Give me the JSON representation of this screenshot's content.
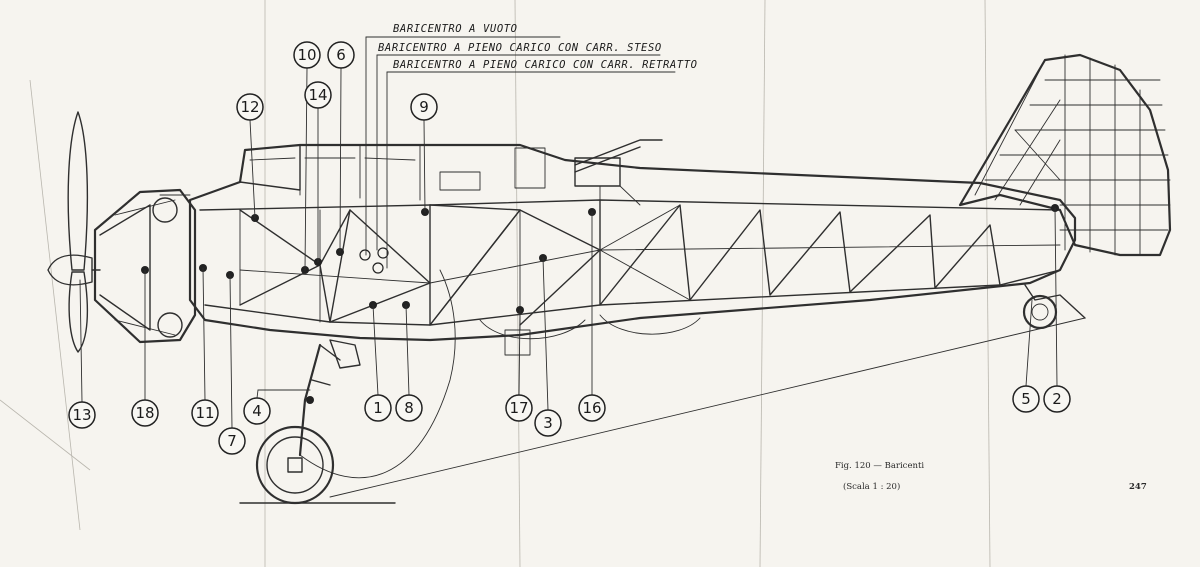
{
  "labels": {
    "cg_empty": "BARICENTRO A VUOTO",
    "cg_full_gear_down": "BARICENTRO A PIENO CARICO CON CARR. STESO",
    "cg_full_gear_up": "BARICENTRO A PIENO CARICO CON CARR. RETRATTO"
  },
  "caption": {
    "figure": "Fig. 120 — Baricenti",
    "scale": "(Scala 1 : 20)",
    "page_number": "247"
  },
  "callouts": [
    "1",
    "2",
    "3",
    "4",
    "5",
    "6",
    "7",
    "8",
    "9",
    "10",
    "11",
    "12",
    "13",
    "14",
    "16",
    "17",
    "18"
  ]
}
